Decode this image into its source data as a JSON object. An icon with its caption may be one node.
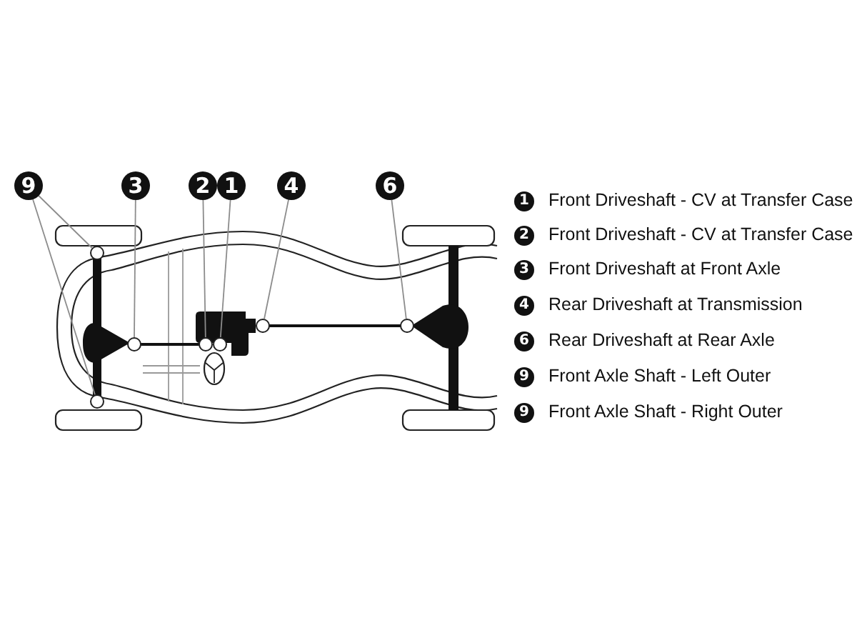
{
  "diagram": {
    "nodes": [
      {
        "text": [
          "9"
        ]
      },
      {
        "text": [
          "3"
        ]
      },
      {
        "text": [
          "2"
        ]
      },
      {
        "text": [
          "1"
        ]
      },
      {
        "text": [
          "4"
        ]
      },
      {
        "text": [
          "6"
        ]
      },
      {
        "text": [],
        "shape": "circle"
      },
      {
        "text": [],
        "shape": "circle"
      },
      {
        "text": [],
        "shape": "circle"
      },
      {
        "text": [],
        "shape": "circle"
      },
      {
        "text": [],
        "shape": "circle"
      },
      {
        "text": [],
        "shape": "circle"
      },
      {
        "text": [],
        "shape": "circle"
      },
      {
        "text": [
          "1"
        ],
        "beside": [
          "Front Driveshaft - CV at Transfer Case"
        ]
      },
      {
        "text": [
          "2"
        ],
        "beside": [
          "Front Driveshaft - CV at Transfer Case"
        ]
      },
      {
        "text": [
          "3"
        ],
        "beside": [
          "Front Driveshaft at Front Axle"
        ]
      },
      {
        "text": [
          "4"
        ],
        "beside": [
          "Rear Driveshaft at Transmission"
        ]
      },
      {
        "text": [
          "6"
        ],
        "beside": [
          "Rear Driveshaft at Rear Axle"
        ]
      },
      {
        "text": [
          "9"
        ],
        "beside": [
          "Front Axle Shaft - Left Outer"
        ]
      },
      {
        "text": [
          "9"
        ],
        "beside": [
          "Front Axle Shaft - Right Outer"
        ]
      }
    ],
    "edges": [
      {
        "from": 0,
        "to": 6,
        "arrow": "none"
      },
      {
        "from": 0,
        "to": 7,
        "arrow": "none"
      },
      {
        "from": 1,
        "to": 8,
        "arrow": "none"
      },
      {
        "from": 2,
        "to": 9,
        "arrow": "none"
      },
      {
        "from": 3,
        "to": 10,
        "arrow": "none"
      },
      {
        "from": 4,
        "to": 11,
        "arrow": "none"
      },
      {
        "from": 5,
        "to": 12,
        "arrow": "none"
      }
    ]
  }
}
